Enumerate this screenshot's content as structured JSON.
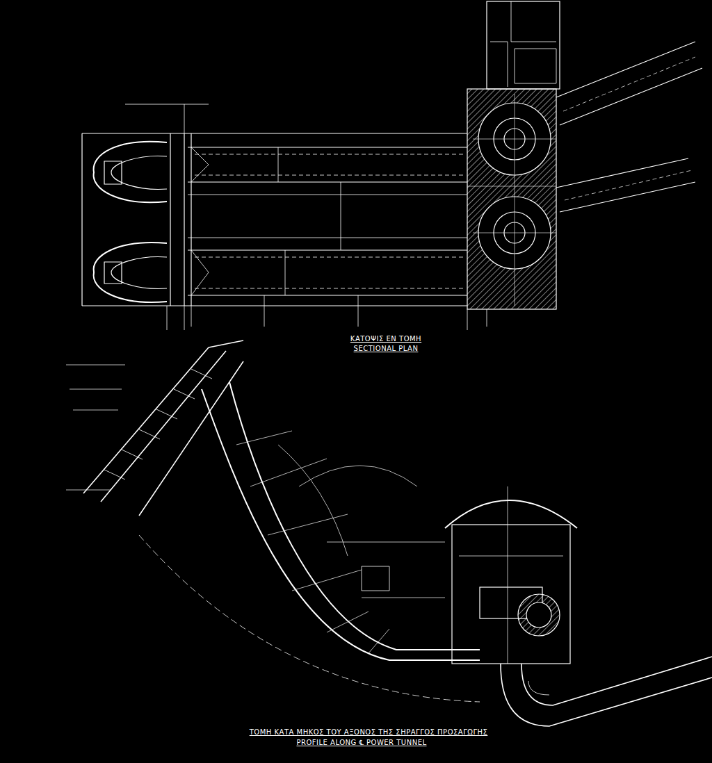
{
  "diagram": {
    "labels": [
      "ΚΑΤΟΨΙΣ ΕΝ ΤΟΜΗ",
      "SECTIONAL PLAN",
      "ΤΟΜΗ ΚΑΤΑ ΜΗΚΟΣ ΤΟΥ ΑΞΟΝΟΣ ΤΗΣ ΣΗΡΑΓΓΟΣ ΠΡΟΣΑΓΩΓΗΣ",
      "PROFILE ALONG ℄ POWER TUNNEL"
    ]
  }
}
